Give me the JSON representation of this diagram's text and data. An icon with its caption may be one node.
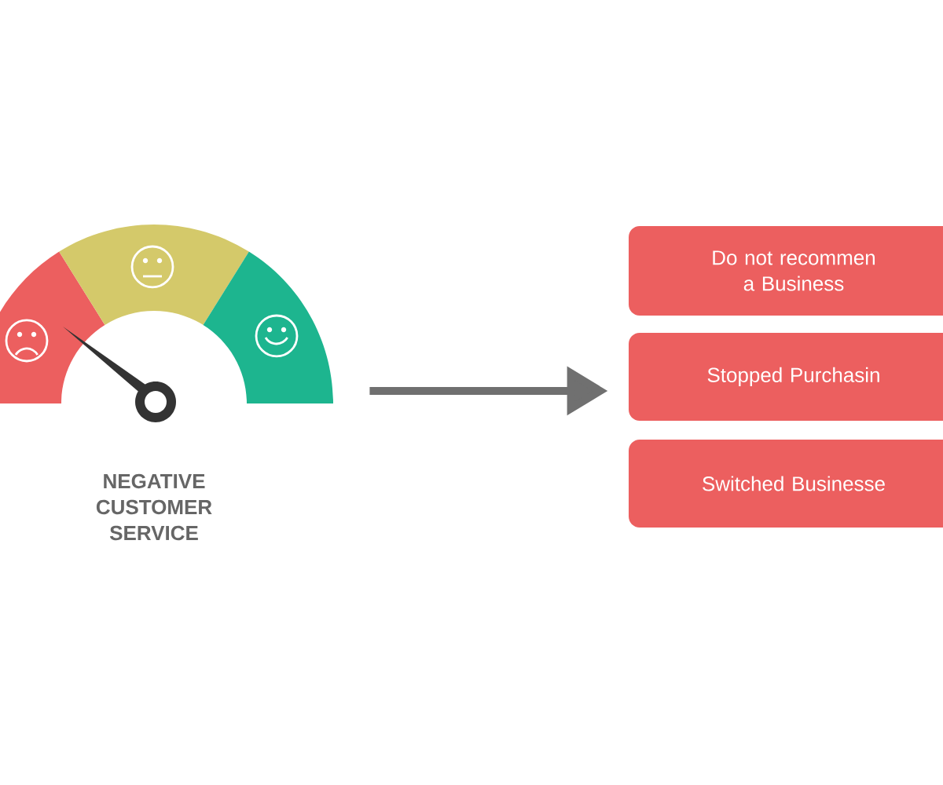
{
  "diagram": {
    "nodes": [
      {
        "text": [],
        "shape": "picture",
        "beside": [
          "NEGATIVE CUSTOMER SERVICE"
        ]
      },
      {
        "text": [
          "Do not recommen a Business"
        ]
      },
      {
        "text": [
          "Stopped Purchasin"
        ]
      },
      {
        "text": [
          "Switched Businesse"
        ]
      }
    ],
    "edges": [
      {
        "from": 0,
        "to": 2,
        "arrow": "to"
      }
    ]
  }
}
